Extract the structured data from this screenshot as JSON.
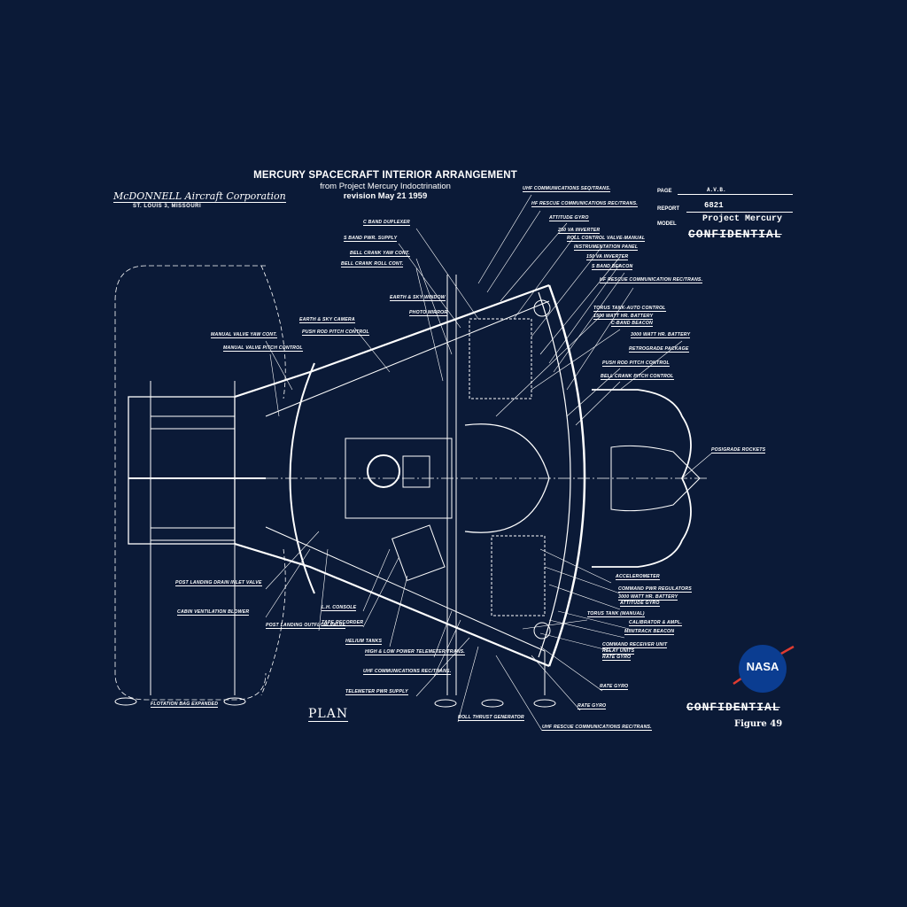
{
  "header": {
    "title": "MERCURY SPACECRAFT INTERIOR ARRANGEMENT",
    "subtitle": "from Project Mercury Indoctrination",
    "revision": "revision May 21 1959"
  },
  "company": {
    "name": "McDONNELL Aircraft Corporation",
    "location": "ST. LOUIS 3, MISSOURI"
  },
  "title_block": {
    "page_label": "PAGE",
    "page_value": "A.V.B.",
    "report_label": "REPORT",
    "report_value": "6821",
    "model_label": "MODEL",
    "model_value": "Project Mercury",
    "classification_top": "CONFIDENTIAL",
    "classification_bottom": "CONFIDENTIAL",
    "figure": "Figure 49"
  },
  "view_label": "PLAN",
  "logo_text": "NASA",
  "colors": {
    "background": "#0b1a37",
    "lines": "#ffffff",
    "nasa_blue": "#0b3d91",
    "nasa_red": "#e03c31"
  },
  "labels": [
    "C BAND DUPLEXER",
    "S BAND PWR. SUPPLY",
    "BELL CRANK YAW CONT.",
    "BELL CRANK ROLL CONT.",
    "EARTH & SKY WINDOW",
    "PHOTO MIRROR",
    "EARTH & SKY CAMERA",
    "PUSH ROD PITCH CONTROL",
    "MANUAL VALVE YAW CONT.",
    "MANUAL VALVE PITCH CONTROL",
    "POST LANDING DRAIN INLET VALVE",
    "CABIN VENTILATION BLOWER",
    "POST LANDING OUTFLOW VALVE",
    "L.H. CONSOLE",
    "TAPE RECORDER",
    "HELIUM TANKS",
    "HIGH & LOW POWER TELEMETER TRANS.",
    "UHF COMMUNICATIONS REC/TRANS.",
    "TELEMETER PWR SUPPLY",
    "FLOTATION BAG EXPANDED",
    "ROLL THRUST GENERATOR",
    "UHF RESCUE COMMUNICATIONS REC/TRANS.",
    "UHF COMMUNICATIONS SEQ/TRANS.",
    "HF RESCUE COMMUNICATIONS REC/TRANS.",
    "ATTITUDE GYRO",
    "250 VA INVERTER",
    "ROLL CONTROL VALVE-MANUAL",
    "INSTRUMENTATION PANEL",
    "150 VA INVERTER",
    "S BAND BEACON",
    "HF RESCUE COMMUNICATION REC/TRANS.",
    "TORUS TANK-AUTO CONTROL",
    "1500 WATT HR. BATTERY",
    "C-BAND BEACON",
    "3000 WATT HR. BATTERY",
    "RETROGRADE PACKAGE",
    "PUSH ROD PITCH CONTROL",
    "BELL CRANK PITCH CONTROL",
    "POSIGRADE ROCKETS",
    "ACCELEROMETER",
    "COMMAND PWR REGULATORS",
    "3000 WATT HR. BATTERY",
    "ATTITUDE GYRO",
    "TORUS TANK (MANUAL)",
    "CALIBRATOR & AMPL.",
    "MINITRACK BEACON",
    "COMMAND RECEIVER UNIT",
    "RELAY UNITS",
    "RATE GYRO",
    "RATE GYRO",
    "RATE GYRO"
  ]
}
